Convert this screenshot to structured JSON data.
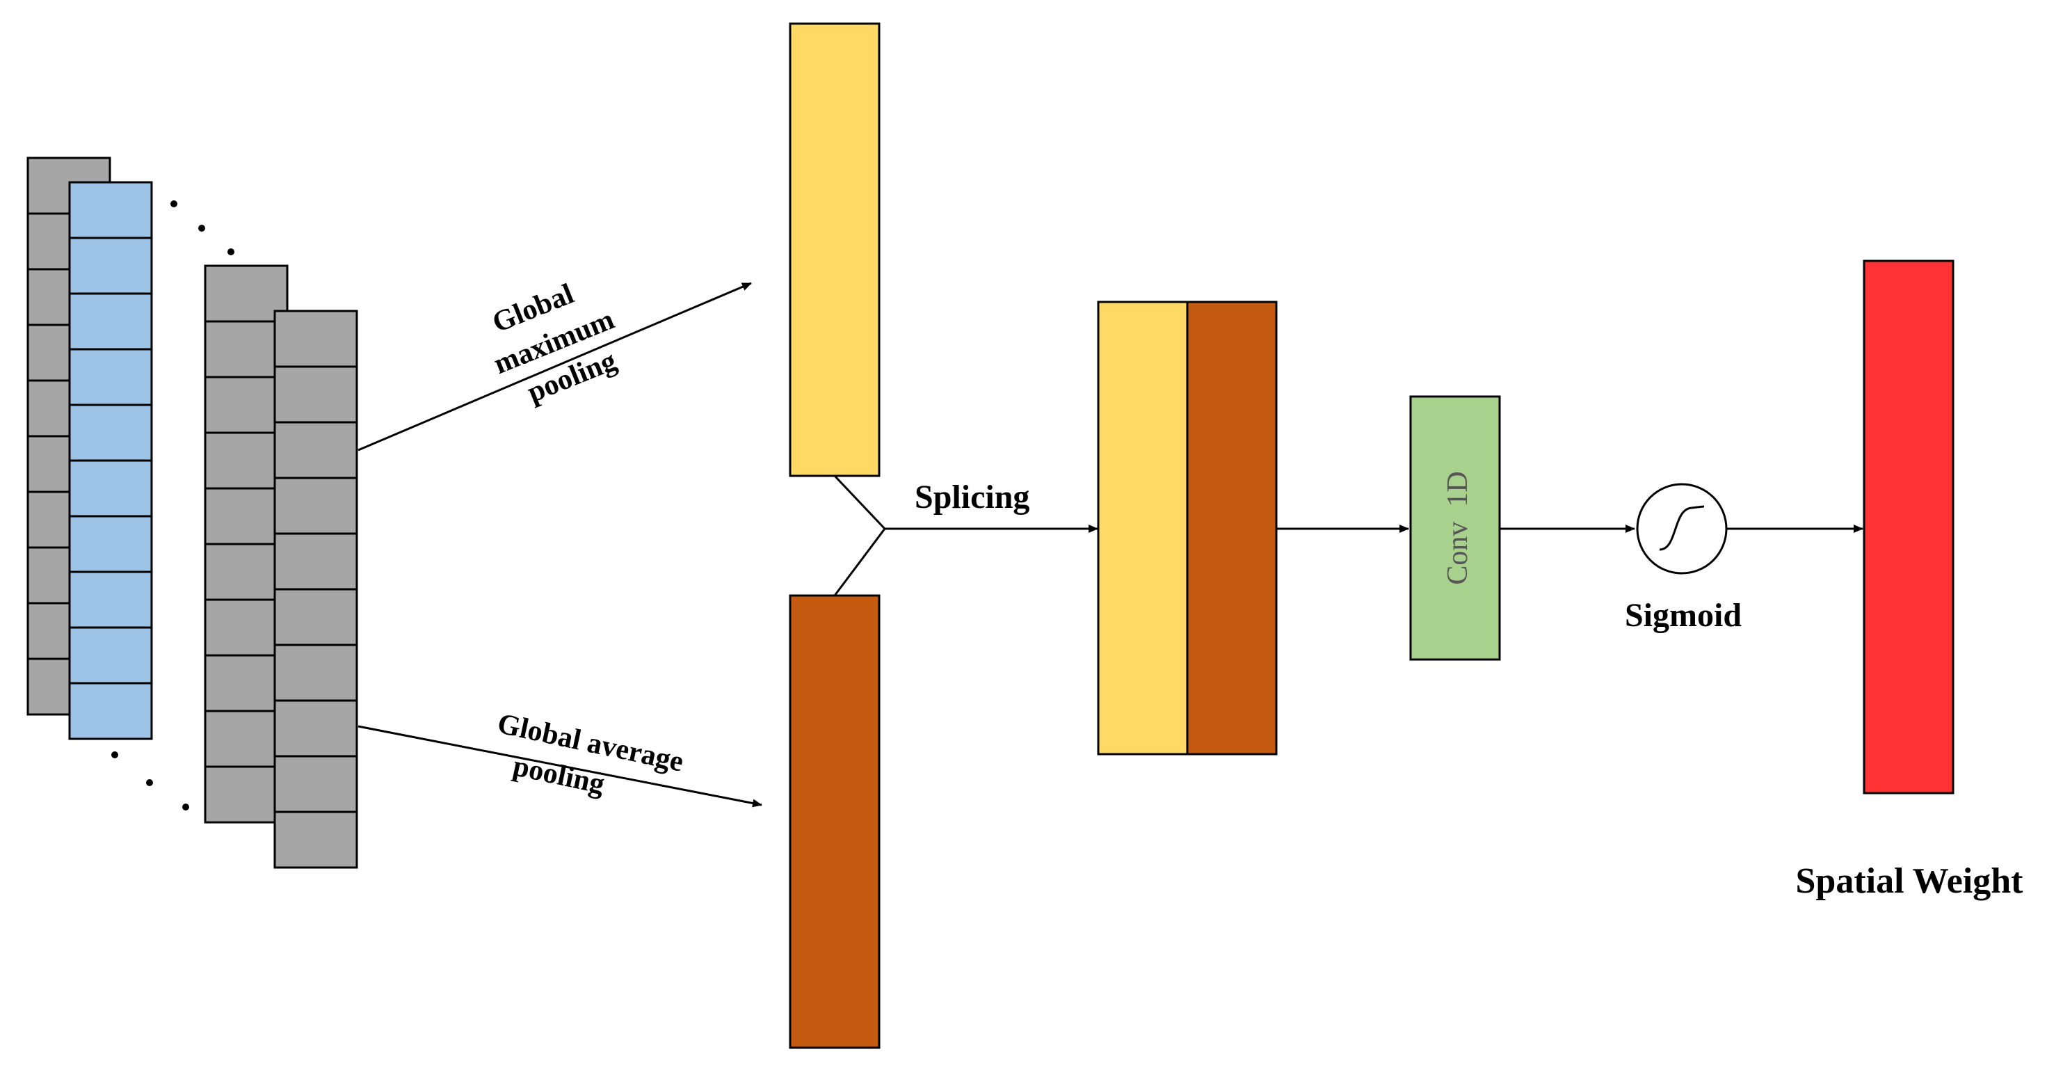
{
  "labels": {
    "global_max_line1": "Global",
    "global_max_line2": "maximum",
    "global_max_line3": "pooling",
    "global_avg_line1": "Global average",
    "global_avg_line2": "pooling",
    "splicing": "Splicing",
    "conv": "Conv  1D",
    "sigmoid": "Sigmoid",
    "spatial_weight": "Spatial Weight"
  },
  "colors": {
    "feature_gray": "#a6a6a6",
    "feature_blue": "#9dc3e6",
    "max_pool_yellow": "#ffd966",
    "avg_pool_orange": "#c55a11",
    "conv_green": "#a9d18e",
    "output_red": "#ff3333",
    "stroke": "#000000"
  },
  "icons": {
    "sigmoid": "sigmoid-curve-icon"
  }
}
